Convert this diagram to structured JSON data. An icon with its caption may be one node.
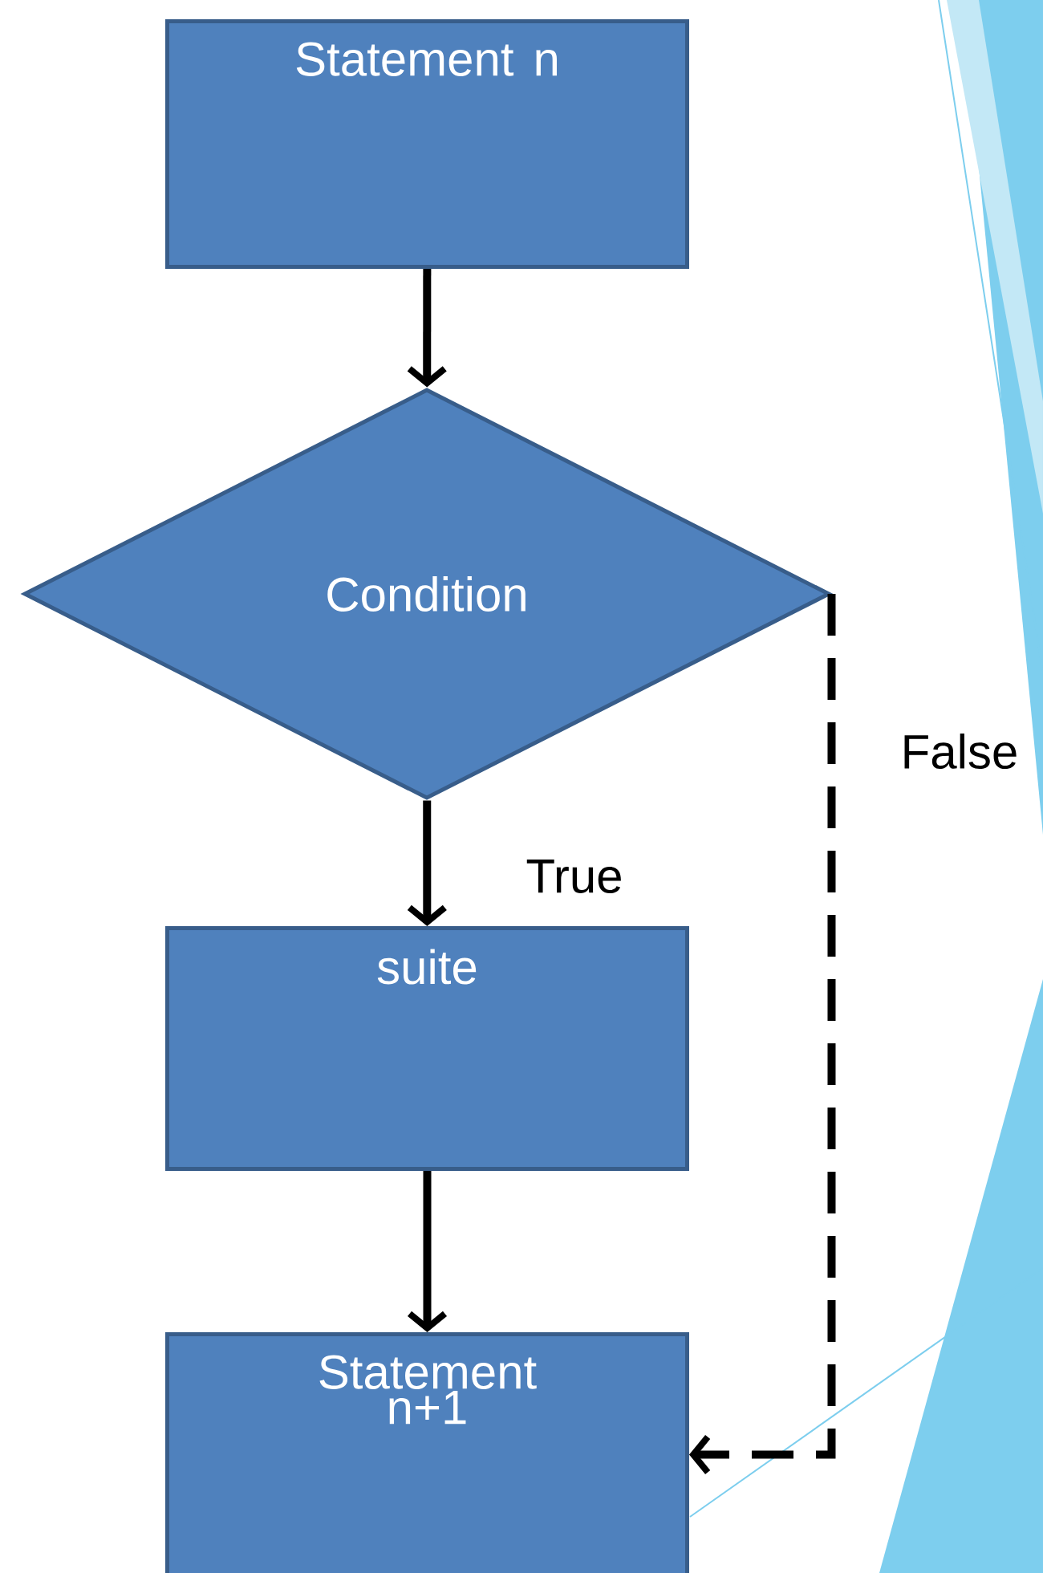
{
  "diagram": {
    "nodes": [
      {
        "text": [
          "Statement n"
        ]
      },
      {
        "text": [
          "Condition"
        ]
      },
      {
        "text": [
          "suite"
        ]
      },
      {
        "text": [
          "Statement n+1"
        ]
      }
    ],
    "edges": [
      {
        "from": 0,
        "to": 1,
        "arrow": "to"
      },
      {
        "from": 1,
        "to": 2,
        "arrow": "to",
        "label": "True"
      },
      {
        "from": 2,
        "to": 3,
        "arrow": "to"
      },
      {
        "from": 1,
        "to": 3,
        "arrow": "to",
        "label": "False",
        "style": "dashed"
      }
    ]
  }
}
